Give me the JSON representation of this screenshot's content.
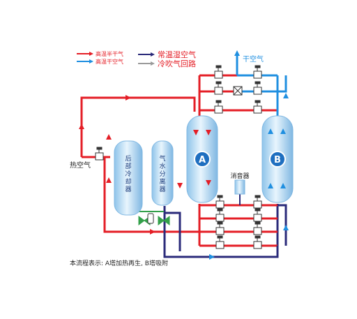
{
  "legend": {
    "hot_humid_small": "高温半干气",
    "hot_dry_small": "高温干空气",
    "normal_humid": "常温湿空气",
    "cold_purge": "冷吹气回路"
  },
  "labels": {
    "dry_air": "干空气",
    "hot_air": "热空气",
    "tower_a": "A",
    "tower_b": "B",
    "aftercooler_chars": [
      "后",
      "部",
      "冷",
      "却",
      "器"
    ],
    "separator_chars": [
      "气",
      "水",
      "分",
      "离",
      "器"
    ],
    "silencer": "消音器",
    "caption": "本流程表示: A塔加热再生, B塔吸附"
  },
  "colors": {
    "red": "#e41e26",
    "blue": "#1f8fe0",
    "navy": "#2a2a7a",
    "gray": "#9a9a9a",
    "green": "#33a04a",
    "tank": "#a9d4ef"
  }
}
